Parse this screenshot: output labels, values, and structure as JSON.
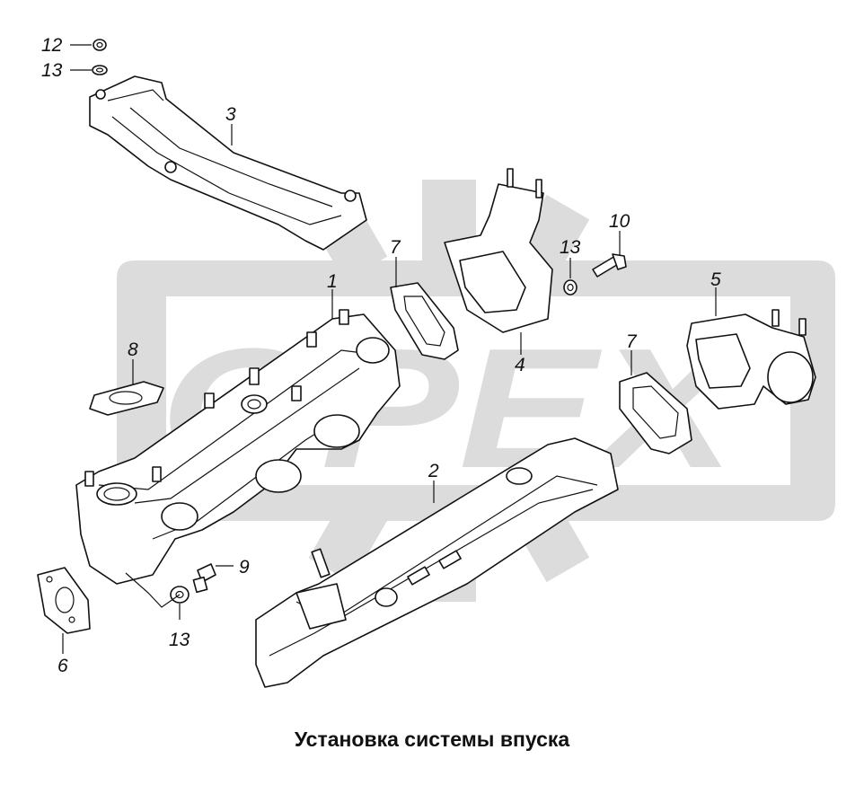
{
  "caption": "Установка системы впуска",
  "watermark": {
    "text": "OPEX",
    "color": "#d9d9d9"
  },
  "callouts": {
    "c1": "1",
    "c2": "2",
    "c3": "3",
    "c4": "4",
    "c5": "5",
    "c6": "6",
    "c7a": "7",
    "c7b": "7",
    "c8": "8",
    "c9": "9",
    "c10": "10",
    "c12": "12",
    "c13a": "13",
    "c13b": "13",
    "c13c": "13"
  }
}
